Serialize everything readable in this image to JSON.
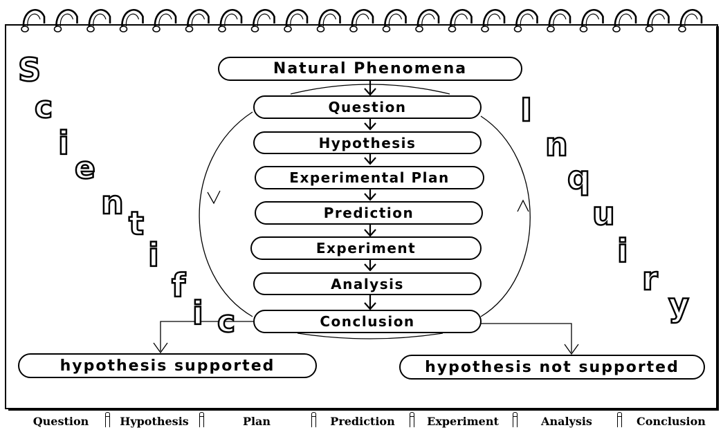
{
  "diagram": {
    "side_words": {
      "left": "Scientific",
      "right": "Inquiry"
    },
    "top_box": "Natural Phenomena",
    "steps": [
      "Question",
      "Hypothesis",
      "Experimental Plan",
      "Prediction",
      "Experiment",
      "Analysis",
      "Conclusion"
    ],
    "outcomes": {
      "supported": "hypothesis supported",
      "not_supported": "hypothesis not supported"
    }
  },
  "tabs": [
    "Question",
    "Hypothesis",
    "Plan",
    "Prediction",
    "Experiment",
    "Analysis",
    "Conclusion"
  ]
}
